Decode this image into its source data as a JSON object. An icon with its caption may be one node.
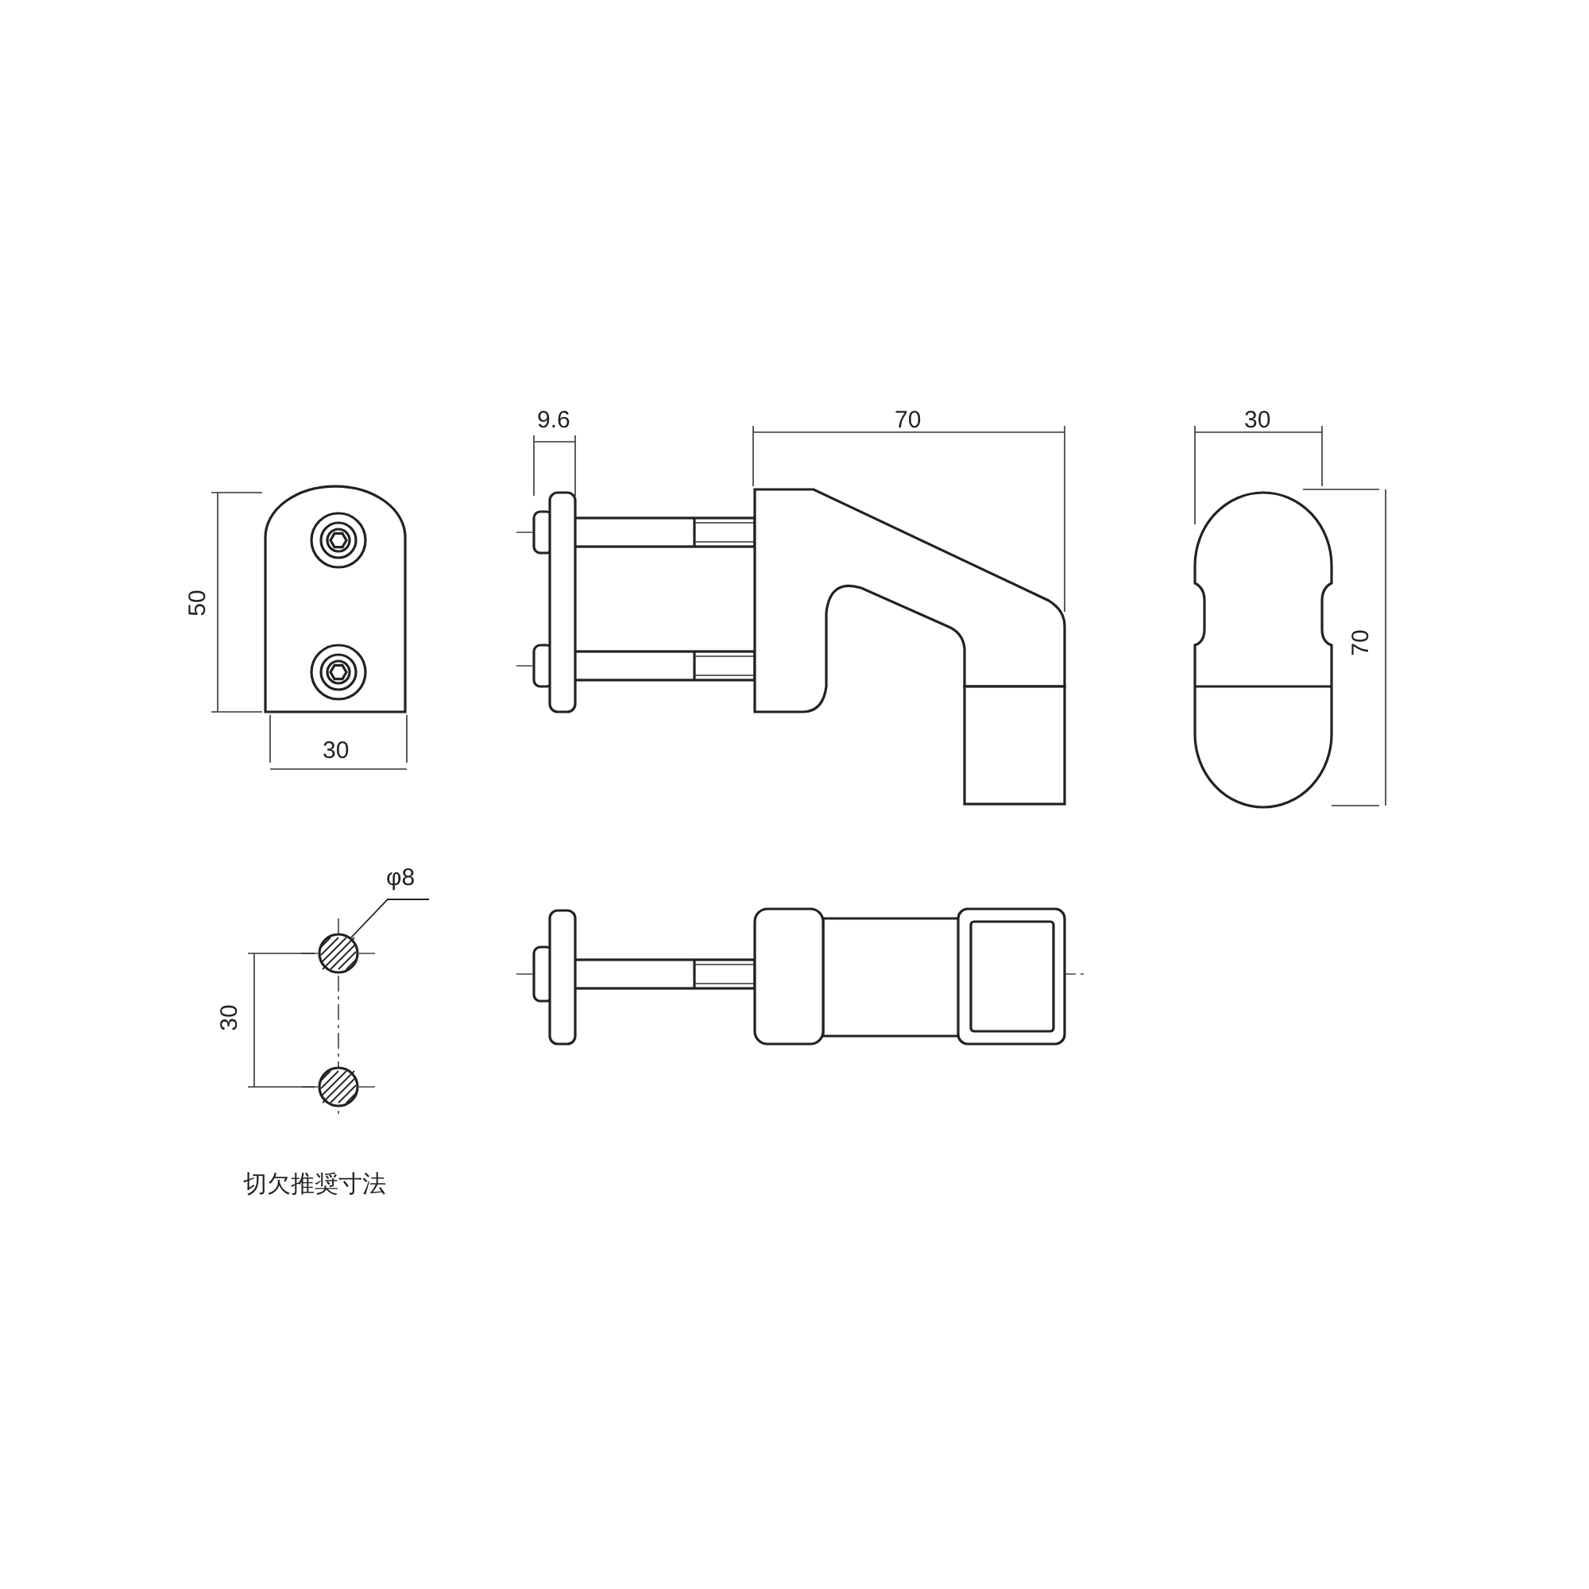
{
  "diagram": {
    "nodes": [
      {
        "text": [
          "φ8"
        ]
      },
      {
        "text": [],
        "shape": "circle"
      },
      {
        "text": [],
        "shape": "circle"
      }
    ],
    "edges": [
      {
        "from": 0,
        "to": 1,
        "arrow": "none"
      }
    ],
    "labels": [
      "9.6",
      "70",
      "30",
      "50",
      "30",
      "70",
      "30",
      "切欠推奨寸法"
    ]
  }
}
